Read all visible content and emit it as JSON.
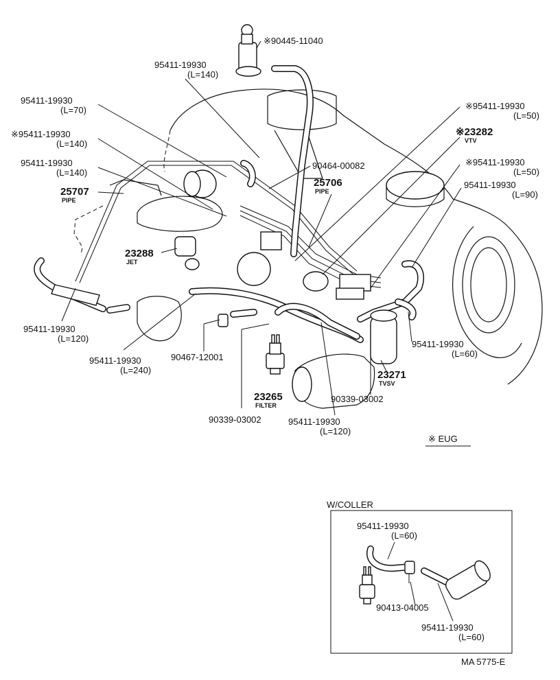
{
  "main_labels": {
    "p90445": "※90445-11040",
    "p95411_l140_top": "95411-19930",
    "p95411_l140_top_len": "(L=140)",
    "p95411_l70": "95411-19930",
    "p95411_l70_len": "(L=70)",
    "p95411_l140_a": "※95411-19930",
    "p95411_l140_a_len": "(L=140)",
    "p95411_l140_b": "95411-19930",
    "p95411_l140_b_len": "(L=140)",
    "p25707": "25707",
    "p25707_sub": "PIPE",
    "p23288": "23288",
    "p23288_sub": "JET",
    "p95411_l120_left": "95411-19930",
    "p95411_l120_left_len": "(L=120)",
    "p95411_l240": "95411-19930",
    "p95411_l240_len": "(L=240)",
    "p90467": "90467-12001",
    "p23265": "23265",
    "p23265_sub": "FILTER",
    "p90339_left": "90339-03002",
    "p95411_l120_bottom": "95411-19930",
    "p95411_l120_bottom_len": "(L=120)",
    "p90339_right": "90339-03002",
    "p23271": "23271",
    "p23271_sub": "TVSV",
    "p95411_l60": "95411-19930",
    "p95411_l60_len": "(L=60)",
    "p90464": "90464-00082",
    "p25706": "25706",
    "p25706_sub": "PIPE",
    "p95411_l50_a": "※95411-19930",
    "p95411_l50_a_len": "(L=50)",
    "p23282": "※23282",
    "p23282_sub": "VTV",
    "p95411_l50_b": "※95411-19930",
    "p95411_l50_b_len": "(L=50)",
    "p95411_l90": "95411-19930",
    "p95411_l90_len": "(L=90)"
  },
  "legend": {
    "text": "※ EUG"
  },
  "inset": {
    "title": "W/COLLER",
    "p95411_top": "95411-19930",
    "p95411_top_len": "(L=60)",
    "p90413": "90413-04005",
    "p95411_bottom": "95411-19930",
    "p95411_bottom_len": "(L=60)"
  },
  "footer": {
    "code": "MA 5775-E"
  }
}
